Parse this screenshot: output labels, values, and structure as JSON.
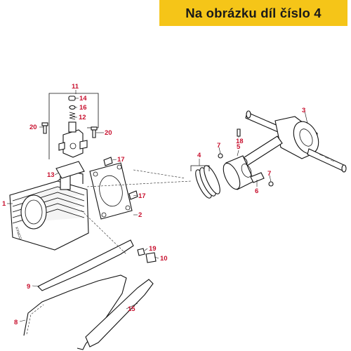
{
  "banner": {
    "text": "Na obrázku díl číslo 4",
    "background": "#f5c518",
    "text_color": "#1a1a1a"
  },
  "label_color": "#c8102e",
  "labels": [
    {
      "id": "l1",
      "text": "1"
    },
    {
      "id": "l2",
      "text": "2"
    },
    {
      "id": "l3",
      "text": "3"
    },
    {
      "id": "l4",
      "text": "4"
    },
    {
      "id": "l5",
      "text": "5"
    },
    {
      "id": "l6",
      "text": "6"
    },
    {
      "id": "l7a",
      "text": "7"
    },
    {
      "id": "l7b",
      "text": "7"
    },
    {
      "id": "l8",
      "text": "8"
    },
    {
      "id": "l9",
      "text": "9"
    },
    {
      "id": "l10",
      "text": "10"
    },
    {
      "id": "l11",
      "text": "11"
    },
    {
      "id": "l12",
      "text": "12"
    },
    {
      "id": "l13",
      "text": "13"
    },
    {
      "id": "l14",
      "text": "14"
    },
    {
      "id": "l15",
      "text": "15"
    },
    {
      "id": "l16",
      "text": "16"
    },
    {
      "id": "l17a",
      "text": "17"
    },
    {
      "id": "l17b",
      "text": "17"
    },
    {
      "id": "l18",
      "text": "18"
    },
    {
      "id": "l19",
      "text": "19"
    },
    {
      "id": "l20a",
      "text": "20"
    },
    {
      "id": "l20b",
      "text": "20"
    }
  ],
  "cylinder_brand": "KYMCO"
}
